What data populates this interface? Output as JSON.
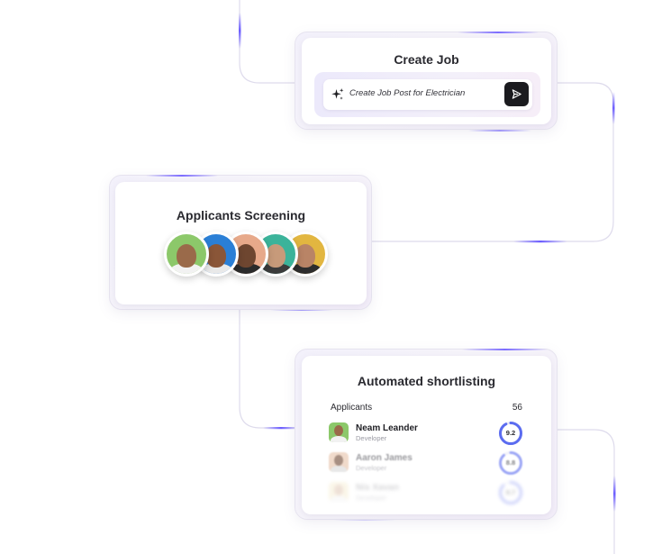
{
  "create_job": {
    "title": "Create Job",
    "prompt_text": "Create Job Post for Electrician",
    "sparkle_icon": "sparkle-icon",
    "send_icon": "send-icon"
  },
  "screening": {
    "title": "Applicants Screening",
    "avatars": [
      {
        "name": "avatar-1",
        "bg": "#8cc86a",
        "skin": "#9a6a4a",
        "shirt": "#f2f2f2"
      },
      {
        "name": "avatar-2",
        "bg": "#2a7fd6",
        "skin": "#8a5638",
        "shirt": "#e9e9e9"
      },
      {
        "name": "avatar-3",
        "bg": "#e7a98a",
        "skin": "#6e4630",
        "shirt": "#2b2b2b"
      },
      {
        "name": "avatar-4",
        "bg": "#3bb39a",
        "skin": "#c79a7a",
        "shirt": "#3b3b3b"
      },
      {
        "name": "avatar-5",
        "bg": "#e2b640",
        "skin": "#b98466",
        "shirt": "#2d2d2d"
      }
    ]
  },
  "shortlisting": {
    "title": "Automated shortlisting",
    "applicants_label": "Applicants",
    "applicants_count": "56",
    "candidates": [
      {
        "name": "Neam Leander",
        "role": "Developer",
        "score": "9.2",
        "score_fraction": 0.92
      },
      {
        "name": "Aaron James",
        "role": "Developer",
        "score": "8.8",
        "score_fraction": 0.88
      },
      {
        "name": "Nis Xavan",
        "role": "Developer",
        "score": "8.7",
        "score_fraction": 0.87
      }
    ]
  },
  "colors": {
    "accent": "#7c6cff",
    "accent_blue": "#5b6cf0",
    "connector": "#dcd9ec"
  }
}
